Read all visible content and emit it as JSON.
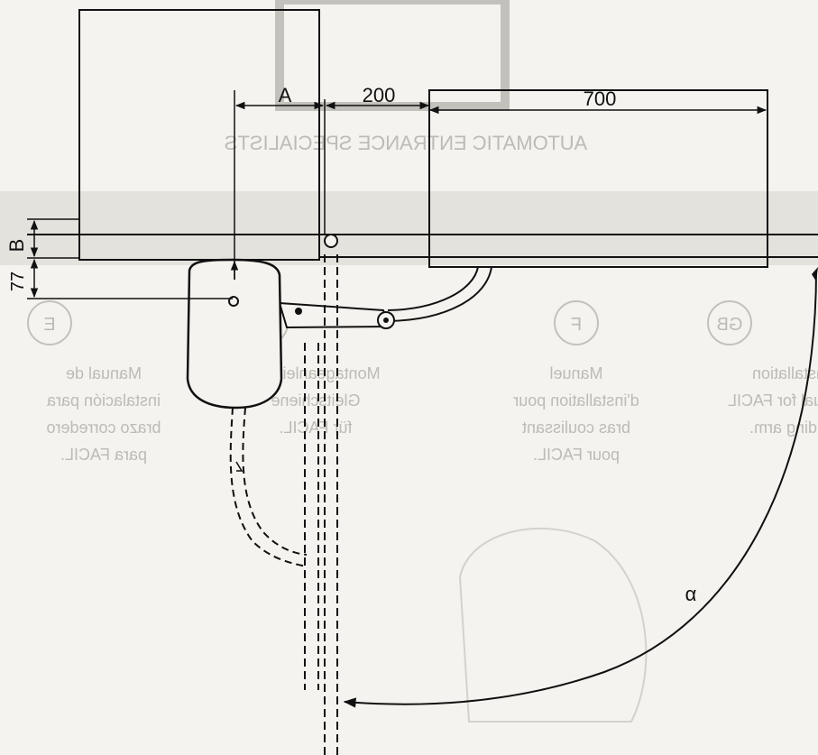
{
  "dimensions": {
    "a_label": "A",
    "offset_label": "200",
    "length_label": "700",
    "b_label": "B",
    "b_value_label": "77",
    "angle_label": "α"
  },
  "background_bleed": {
    "heading": "AUTOMATIC ENTRANCE SPECIALISTS",
    "languages": [
      {
        "badge": "GB",
        "lines": [
          "Installation",
          "manual for FACIL",
          "sliding arm."
        ]
      },
      {
        "badge": "F",
        "lines": [
          "Manuel",
          "d'installation pour",
          "bras coulissant",
          "pour FACIL."
        ]
      },
      {
        "badge": "D",
        "lines": [
          "Montageanleitung",
          "Gleitschiene",
          "für FACIL."
        ]
      },
      {
        "badge": "E",
        "lines": [
          "Manual de",
          "instalación para",
          "brazo corredero",
          "para FACIL."
        ]
      }
    ]
  },
  "colors": {
    "paper": "#f4f3ef",
    "line": "#111111",
    "ghost_text": "#8f8d88",
    "band": "#d6d3cc"
  }
}
